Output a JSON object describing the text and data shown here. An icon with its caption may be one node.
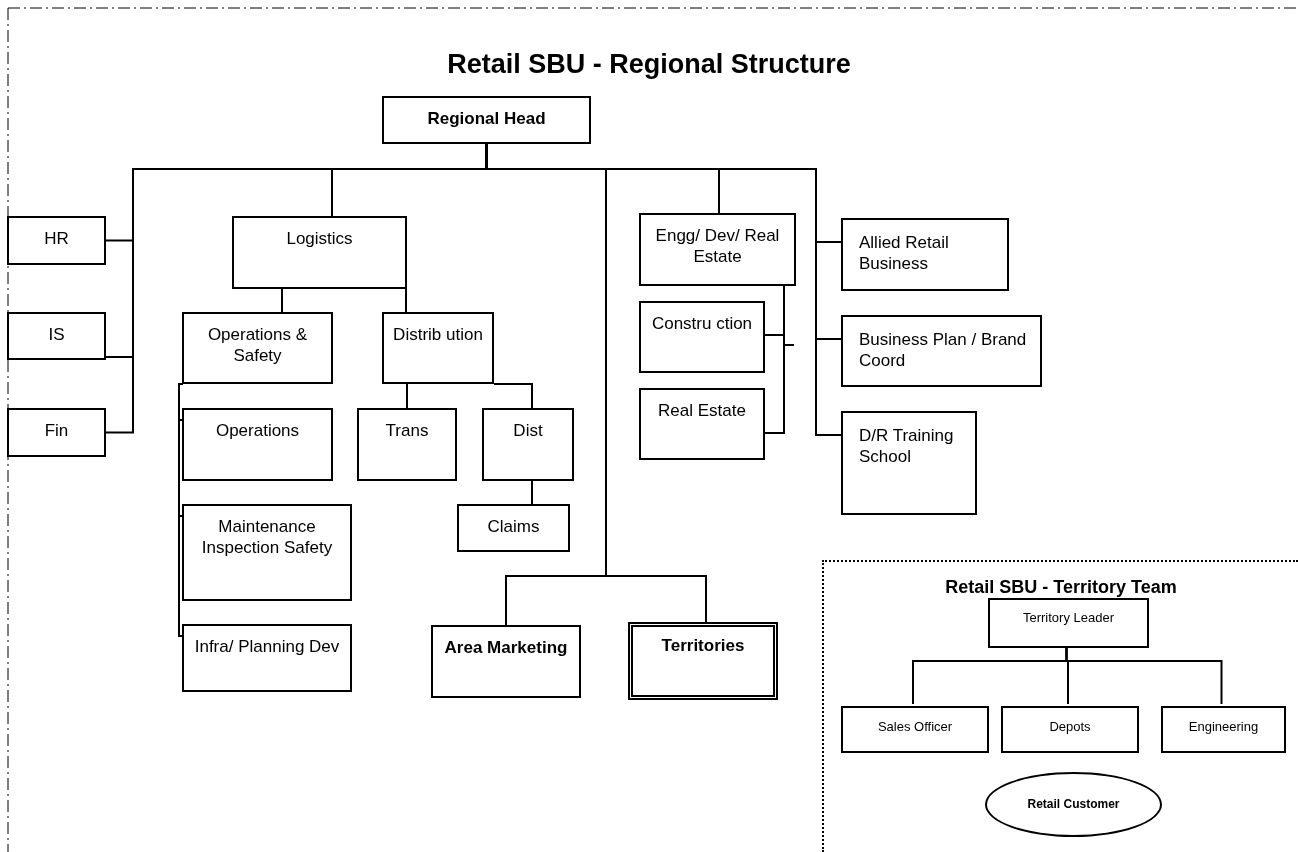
{
  "diagram": {
    "title": "Retail SBU - Regional Structure",
    "nodes": [
      {
        "text": [
          "Regional Head"
        ]
      },
      {
        "text": [
          "HR"
        ]
      },
      {
        "text": [
          "IS"
        ]
      },
      {
        "text": [
          "Fin"
        ]
      },
      {
        "text": [
          "Logistics"
        ]
      },
      {
        "text": [
          "Operations & Safety"
        ]
      },
      {
        "text": [
          "Distrib ution"
        ]
      },
      {
        "text": [
          "Operations"
        ]
      },
      {
        "text": [
          "Trans"
        ]
      },
      {
        "text": [
          "Dist"
        ]
      },
      {
        "text": [
          "Maintenance Inspection Safety"
        ]
      },
      {
        "text": [
          "Infra/ Planning Dev"
        ]
      },
      {
        "text": [
          "Claims"
        ]
      },
      {
        "text": [
          "Area Marketing"
        ]
      },
      {
        "text": [
          "Territories"
        ]
      },
      {
        "text": [
          "Engg/ Dev/ Real Estate"
        ]
      },
      {
        "text": [
          "Constru ction"
        ]
      },
      {
        "text": [
          "Real Estate"
        ]
      },
      {
        "text": [
          "Allied Retail Business"
        ]
      },
      {
        "text": [
          "Business Plan / Brand Coord"
        ]
      },
      {
        "text": [
          "D/R Training School"
        ]
      },
      {
        "text": [
          "Retail SBU - Territory Team"
        ]
      },
      {
        "text": [
          "Territory Leader"
        ],
        "in": 21
      },
      {
        "text": [
          "Sales Officer"
        ],
        "in": 21
      },
      {
        "text": [
          "Depots"
        ],
        "in": 21
      },
      {
        "text": [
          "Engineering"
        ],
        "in": 21
      },
      {
        "text": [
          "Retail Customer"
        ],
        "in": 21
      }
    ],
    "edges": [
      {
        "from": 0,
        "to": 1,
        "arrow": "none"
      },
      {
        "from": 0,
        "to": 2,
        "arrow": "none"
      },
      {
        "from": 0,
        "to": 3,
        "arrow": "none"
      },
      {
        "from": 0,
        "to": 4,
        "arrow": "none"
      },
      {
        "from": 0,
        "to": 13,
        "arrow": "none"
      },
      {
        "from": 0,
        "to": 14,
        "arrow": "none"
      },
      {
        "from": 0,
        "to": 15,
        "arrow": "none"
      },
      {
        "from": 0,
        "to": 18,
        "arrow": "none"
      },
      {
        "from": 0,
        "to": 19,
        "arrow": "none"
      },
      {
        "from": 0,
        "to": 20,
        "arrow": "none"
      },
      {
        "from": 4,
        "to": 5,
        "arrow": "none"
      },
      {
        "from": 4,
        "to": 6,
        "arrow": "none"
      },
      {
        "from": 5,
        "to": 7,
        "arrow": "none"
      },
      {
        "from": 5,
        "to": 10,
        "arrow": "none"
      },
      {
        "from": 5,
        "to": 11,
        "arrow": "none"
      },
      {
        "from": 6,
        "to": 8,
        "arrow": "none"
      },
      {
        "from": 6,
        "to": 9,
        "arrow": "none"
      },
      {
        "from": 9,
        "to": 12,
        "arrow": "none"
      },
      {
        "from": 15,
        "to": 16,
        "arrow": "none"
      },
      {
        "from": 15,
        "to": 17,
        "arrow": "none"
      },
      {
        "from": 22,
        "to": 23,
        "arrow": "none"
      },
      {
        "from": 22,
        "to": 24,
        "arrow": "none"
      },
      {
        "from": 22,
        "to": 25,
        "arrow": "none"
      }
    ]
  }
}
